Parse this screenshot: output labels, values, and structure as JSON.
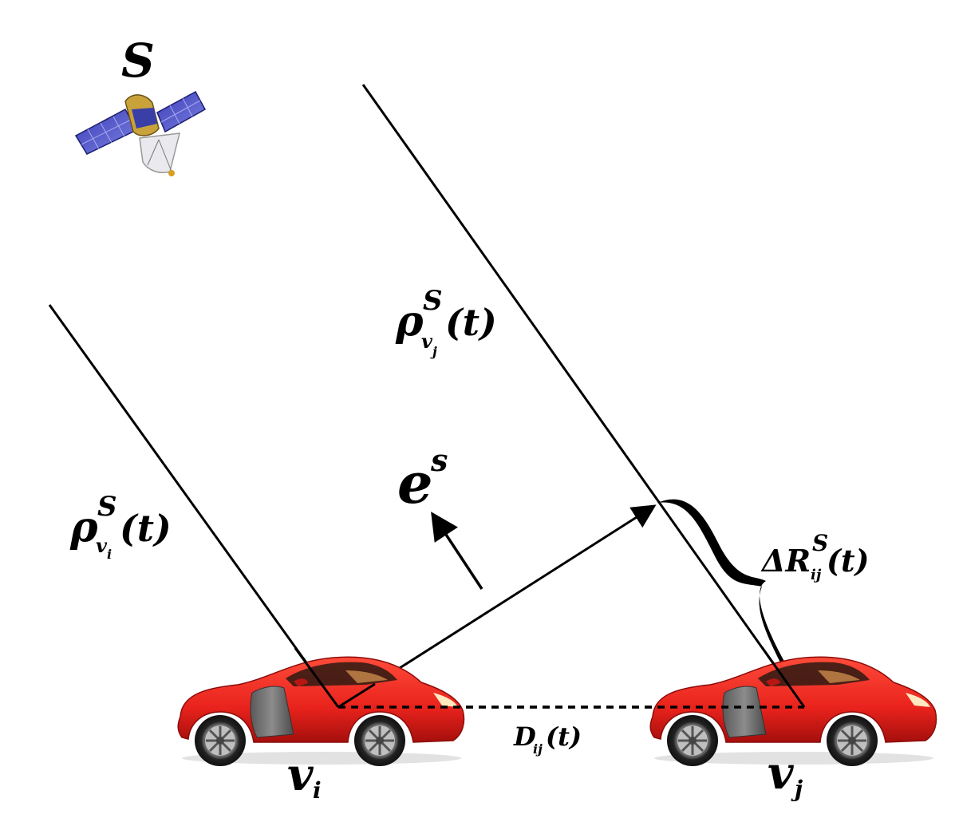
{
  "diagram": {
    "satellite": {
      "symbol": "S",
      "icon": "satellite-icon"
    },
    "vehicle_i": {
      "label_base": "v",
      "label_sub": "i",
      "icon": "car-icon",
      "body_color": "#e8221c"
    },
    "vehicle_j": {
      "label_base": "v",
      "label_sub": "j",
      "icon": "car-icon",
      "body_color": "#e8221c"
    },
    "range_i": {
      "base": "ρ",
      "sup": "S",
      "sub": "v",
      "sub_sub": "i",
      "arg": "(t)"
    },
    "range_j": {
      "base": "ρ",
      "sup": "S",
      "sub": "v",
      "sub_sub": "j",
      "arg": "(t)"
    },
    "unit_vector": {
      "base": "e",
      "sup": "s"
    },
    "range_difference": {
      "base": "ΔR",
      "sup": "S",
      "sub": "ij",
      "arg": "(t)"
    },
    "inter_vehicle_distance": {
      "base": "D",
      "sub": "ij",
      "arg": "(t)"
    }
  }
}
